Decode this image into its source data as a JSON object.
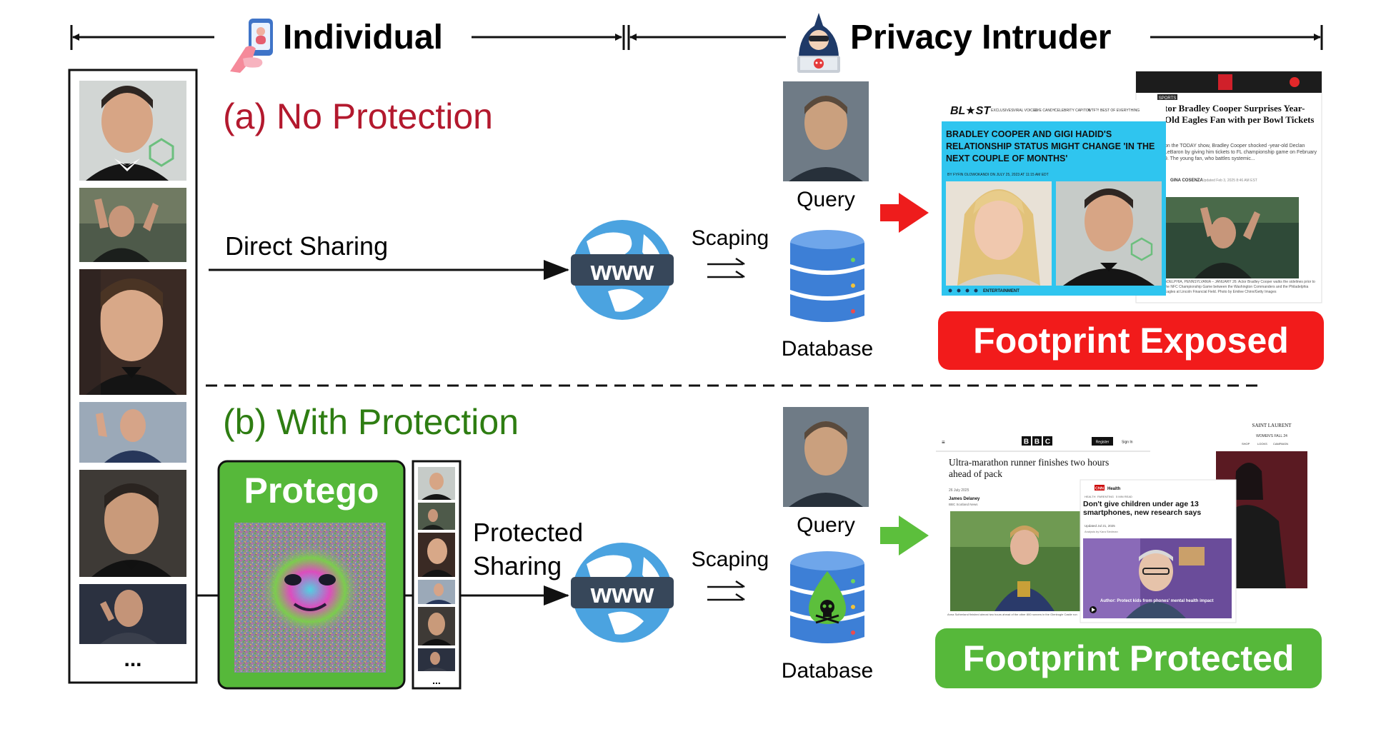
{
  "header": {
    "left_title": "Individual",
    "right_title": "Privacy Intruder"
  },
  "section_a": {
    "title": "(a) No Protection",
    "flow_label": "Direct Sharing",
    "web_label": "www",
    "scrape_label": "Scaping",
    "query_label": "Query",
    "db_label": "Database",
    "result_label": "Footprint Exposed",
    "news": {
      "site": "BL★ST",
      "nav": [
        "EXCLUSIVES",
        "VIRAL VOICES",
        "EYE CANDY",
        "CELEBRITY CAPITOL",
        "WTF?!",
        "BEST OF EVERYTHING"
      ],
      "headline": "BRADLEY COOPER AND GIGI HADID'S RELATIONSHIP STATUS MIGHT CHANGE 'IN THE NEXT COUPLE OF MONTHS'",
      "byline": "BY FYFIN OLOWOKANDI ON JULY 25, 2023 AT 11:15 AM EDT",
      "footer_tag": "ENTERTAINMENT",
      "second_headline": "tor Bradley Cooper Surprises Year-Old Eagles Fan with per Bowl Tickets",
      "second_body": "on the TODAY show, Bradley Cooper shocked -year-old Declan LeBaron by giving him tickets to FL championship game on February 9. The young fan, who battles systemic...",
      "second_author": "GINA COSENZA",
      "second_date": "Updated Feb 3, 2025 8:46 AM EST",
      "tag_sports": "SPORTS",
      "caption": "ADELPHIA, PENNSYLVANIA – JANUARY 26: Actor Bradley Cooper walks the sidelines prior to the NFC Championship Game between the Washington Commanders and the Philadelphia Eagles at Lincoln Financial Field. Photo by Emilee Chinn/Getty Images"
    }
  },
  "section_b": {
    "title": "(b) With Protection",
    "tool_label": "Protego",
    "flow_label_line1": "Protected",
    "flow_label_line2": "Sharing",
    "web_label": "www",
    "scrape_label": "Scaping",
    "query_label": "Query",
    "db_label": "Database",
    "result_label": "Footprint Protected",
    "news": {
      "bbc_logo": [
        "B",
        "B",
        "C"
      ],
      "bbc_register": "Register",
      "bbc_signin": "Sign In",
      "bbc_headline": "Ultra-marathon runner finishes two hours ahead of pack",
      "bbc_date": "26 July 2025",
      "bbc_author": "James Delaney",
      "bbc_org": "BBC Scotland News",
      "bbc_caption": "Anna Sutherland finished almost two hours ahead of the other 800 runners in the Glenbogle Castle run",
      "cnn_logo": "CNN",
      "cnn_section": "Health",
      "cnn_tags": [
        "HEALTH",
        "PARENTING",
        "5 MIN READ"
      ],
      "cnn_headline": "Don't give children under age 13 smartphones, new research says",
      "cnn_date": "Updated Jul 21, 2025",
      "cnn_author": "Analysis by Kara Siedman",
      "cnn_video_caption": "Author: Protect kids from phones' mental health impact",
      "ysl_logo": "SAINT LAURENT",
      "ysl_season": "WOMEN'S FALL 24",
      "ysl_links": [
        "SHOP",
        "LOOKS",
        "CAMPAIGN"
      ]
    }
  },
  "left_column": {
    "ellipsis": "..."
  },
  "thumb_column": {
    "ellipsis": "..."
  },
  "colors": {
    "red_title": "#b3192e",
    "green_title": "#2e7d12",
    "exposed": "#f21b1b",
    "protected": "#56b83a",
    "globe": "#4ba3e0",
    "db": "#3d7fd6",
    "red_arrow": "#ee1c1c",
    "green_arrow": "#5cbf3c",
    "blast_blue": "#2fc5ef"
  },
  "icons": {
    "individual": "phone-hand-icon",
    "intruder": "hacker-icon",
    "web": "globe-icon",
    "database": "database-icon",
    "protected_db": "skull-drop-icon"
  }
}
